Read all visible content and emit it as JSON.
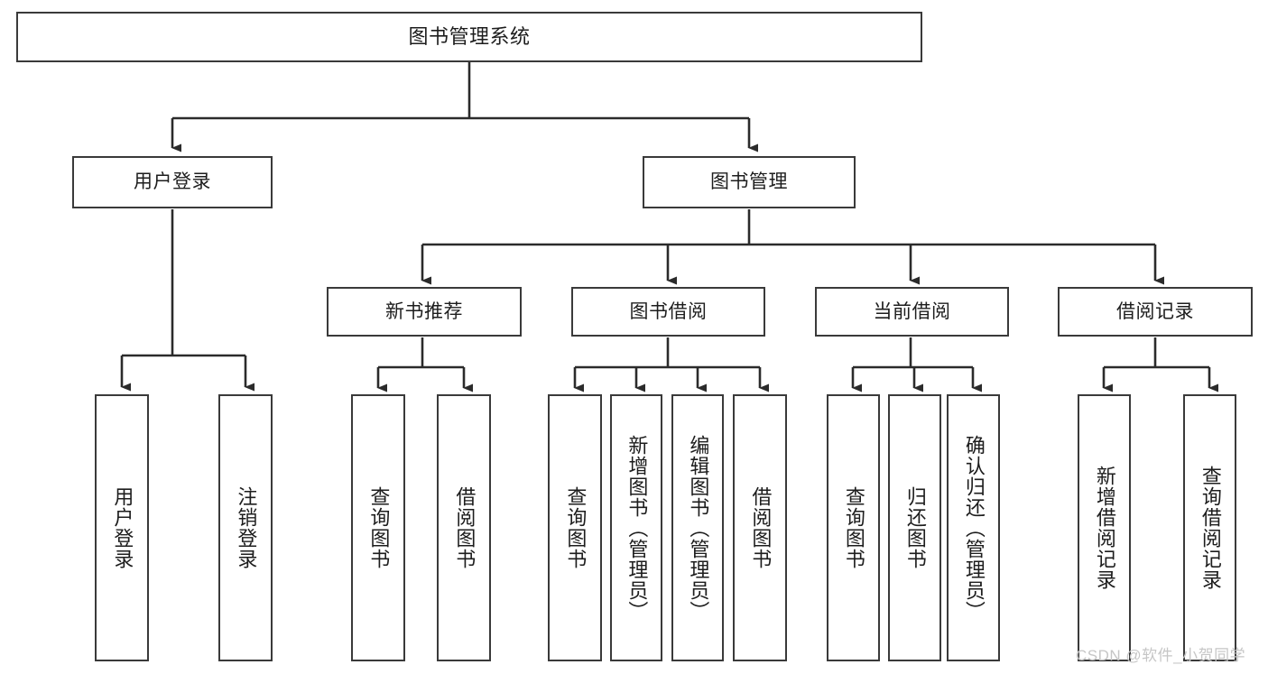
{
  "diagram": {
    "type": "tree-hierarchy",
    "title": "图书管理系统",
    "watermark": "CSDN @软件_小贺同学",
    "colors": {
      "box_border": "#3a3a3a",
      "box_fill": "#ffffff",
      "connector": "#2b2b2b",
      "text": "#1d1d1d",
      "watermark": "#c6c6c6",
      "canvas": "#ffffff"
    },
    "nodes": {
      "root": {
        "label": "图书管理系统",
        "level": 1,
        "orientation": "horizontal"
      },
      "user_login": {
        "label": "用户登录",
        "level": 2,
        "orientation": "horizontal"
      },
      "book_manage": {
        "label": "图书管理",
        "level": 2,
        "orientation": "horizontal"
      },
      "new_book_rec": {
        "label": "新书推荐",
        "level": 3,
        "orientation": "horizontal"
      },
      "book_borrow": {
        "label": "图书借阅",
        "level": 3,
        "orientation": "horizontal"
      },
      "current_borrow": {
        "label": "当前借阅",
        "level": 3,
        "orientation": "horizontal"
      },
      "borrow_record": {
        "label": "借阅记录",
        "level": 3,
        "orientation": "horizontal"
      },
      "leaf_user_login": {
        "label": "用户登录",
        "level": 4,
        "orientation": "vertical"
      },
      "leaf_logout": {
        "label": "注销登录",
        "level": 4,
        "orientation": "vertical"
      },
      "leaf_query_book_1": {
        "label": "查询图书",
        "level": 4,
        "orientation": "vertical"
      },
      "leaf_borrow_book_1": {
        "label": "借阅图书",
        "level": 4,
        "orientation": "vertical"
      },
      "leaf_query_book_2": {
        "label": "查询图书",
        "level": 4,
        "orientation": "vertical"
      },
      "leaf_add_book": {
        "label": "新增图书（管理员）",
        "level": 4,
        "orientation": "vertical"
      },
      "leaf_edit_book": {
        "label": "编辑图书（管理员）",
        "level": 4,
        "orientation": "vertical"
      },
      "leaf_borrow_book_2": {
        "label": "借阅图书",
        "level": 4,
        "orientation": "vertical"
      },
      "leaf_query_book_3": {
        "label": "查询图书",
        "level": 4,
        "orientation": "vertical"
      },
      "leaf_return_book": {
        "label": "归还图书",
        "level": 4,
        "orientation": "vertical"
      },
      "leaf_confirm_return": {
        "label": "确认归还（管理员）",
        "level": 4,
        "orientation": "vertical"
      },
      "leaf_add_record": {
        "label": "新增借阅记录",
        "level": 4,
        "orientation": "vertical"
      },
      "leaf_query_record": {
        "label": "查询借阅记录",
        "level": 4,
        "orientation": "vertical"
      }
    },
    "edges": [
      {
        "from": "root",
        "to": "user_login"
      },
      {
        "from": "root",
        "to": "book_manage"
      },
      {
        "from": "user_login",
        "to": "leaf_user_login"
      },
      {
        "from": "user_login",
        "to": "leaf_logout"
      },
      {
        "from": "book_manage",
        "to": "new_book_rec"
      },
      {
        "from": "book_manage",
        "to": "book_borrow"
      },
      {
        "from": "book_manage",
        "to": "current_borrow"
      },
      {
        "from": "book_manage",
        "to": "borrow_record"
      },
      {
        "from": "new_book_rec",
        "to": "leaf_query_book_1"
      },
      {
        "from": "new_book_rec",
        "to": "leaf_borrow_book_1"
      },
      {
        "from": "book_borrow",
        "to": "leaf_query_book_2"
      },
      {
        "from": "book_borrow",
        "to": "leaf_add_book"
      },
      {
        "from": "book_borrow",
        "to": "leaf_edit_book"
      },
      {
        "from": "book_borrow",
        "to": "leaf_borrow_book_2"
      },
      {
        "from": "current_borrow",
        "to": "leaf_query_book_3"
      },
      {
        "from": "current_borrow",
        "to": "leaf_return_book"
      },
      {
        "from": "current_borrow",
        "to": "leaf_confirm_return"
      },
      {
        "from": "borrow_record",
        "to": "leaf_add_record"
      },
      {
        "from": "borrow_record",
        "to": "leaf_query_record"
      }
    ]
  }
}
